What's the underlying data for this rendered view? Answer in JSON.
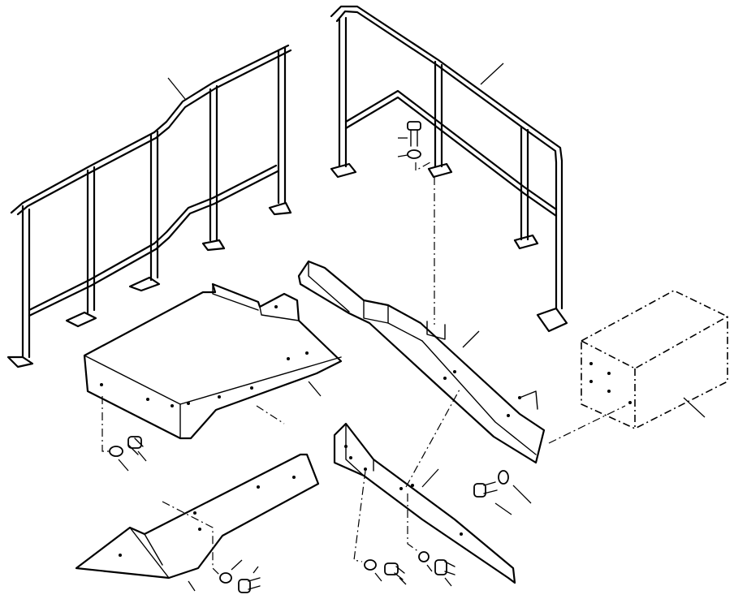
{
  "diagram": {
    "type": "exploded-parts-view",
    "callouts": [
      {
        "id": "left-handrail",
        "text": ""
      },
      {
        "id": "right-handrail",
        "text": ""
      },
      {
        "id": "upper-bolt",
        "text": ""
      },
      {
        "id": "upper-washer",
        "text": ""
      },
      {
        "id": "floor-plate",
        "text": ""
      },
      {
        "id": "floor-bolt",
        "text": ""
      },
      {
        "id": "floor-washer",
        "text": ""
      },
      {
        "id": "step-beam",
        "text": ""
      },
      {
        "id": "side-bracket",
        "text": ""
      },
      {
        "id": "box-assembly",
        "text": ""
      },
      {
        "id": "lower-plate",
        "text": ""
      },
      {
        "id": "lower-bolt",
        "text": ""
      },
      {
        "id": "lower-washer",
        "text": ""
      },
      {
        "id": "beam-bolt",
        "text": ""
      },
      {
        "id": "beam-washer",
        "text": ""
      },
      {
        "id": "bracket-washer-a",
        "text": ""
      },
      {
        "id": "bracket-bolt-a",
        "text": ""
      },
      {
        "id": "bracket-bolt-b",
        "text": ""
      }
    ]
  }
}
